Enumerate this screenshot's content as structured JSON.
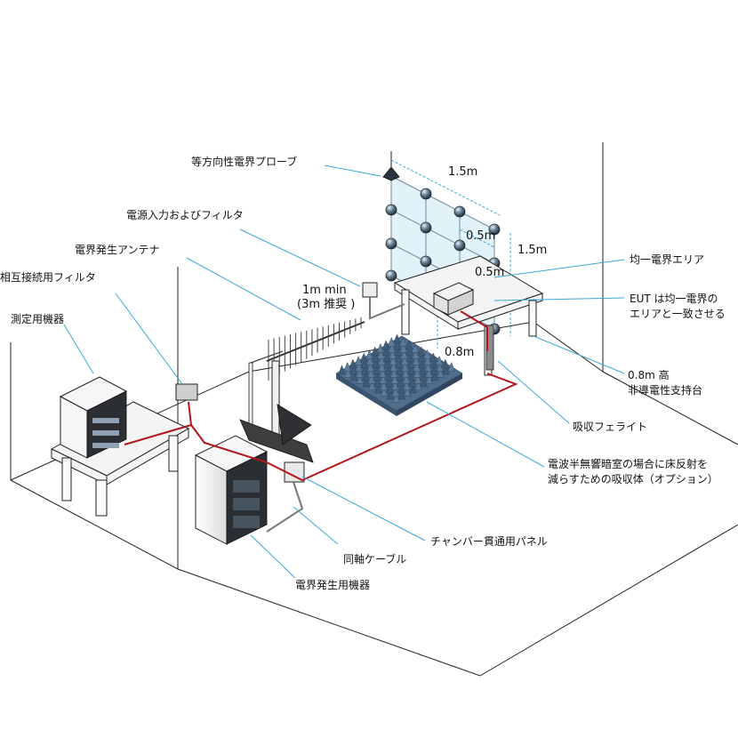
{
  "labels": {
    "probe": "等方向性電界プローブ",
    "power_filter": "電源入力およびフィルタ",
    "antenna": "電界発生アンテナ",
    "interconnect_filter": "相互接続用フィルタ",
    "measurement_equipment": "測定用機器",
    "uniform_field_area": "均一電界エリア",
    "eut_line1": "EUT は均一電界の",
    "eut_line2": "エリアと一致させる",
    "support_line1": "0.8m 高",
    "support_line2": "非導電性支持台",
    "ferrite": "吸収フェライト",
    "absorber_line1": "電波半無響暗室の場合に床反射を",
    "absorber_line2": "減らすための吸収体（オプション）",
    "panel": "チャンバー貫通用パネル",
    "coax": "同軸ケーブル",
    "field_generation_equipment": "電界発生用機器"
  },
  "dimensions": {
    "grid_width": "1.5m",
    "grid_height": "1.5m",
    "spacing_a": "0.5m",
    "spacing_b": "0.5m",
    "table_height": "0.8m",
    "distance_line1": "1m min",
    "distance_line2": "(3m 推奨 )"
  },
  "colors": {
    "leader": "#3aa8d8",
    "cable_signal": "#b2161c",
    "absorber": "#4f6d8c",
    "field_panel": "#d8eef8"
  }
}
